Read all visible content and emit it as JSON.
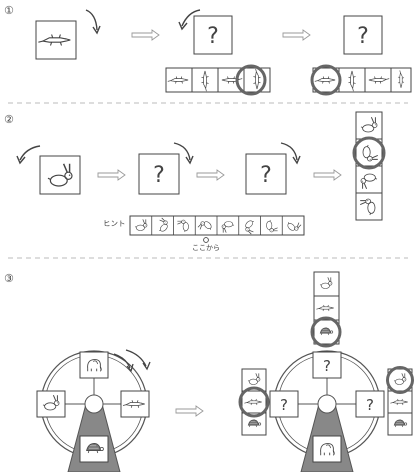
{
  "puzzles": [
    {
      "number": "①",
      "question_mark": "?"
    },
    {
      "number": "②",
      "question_mark": "?",
      "hint_label": "ヒント",
      "start_label": "ここから"
    },
    {
      "number": "③",
      "question_mark": "?"
    }
  ],
  "icons": {
    "alligator": "alligator-icon",
    "rabbit": "rabbit-icon",
    "elephant": "elephant-icon",
    "turtle": "turtle-icon"
  },
  "colors": {
    "line": "#555555",
    "dashed_divider": "#bbbbbb",
    "highlight_circle": "#666666",
    "arrow_outline": "#999999",
    "gondola_base": "#888888"
  }
}
